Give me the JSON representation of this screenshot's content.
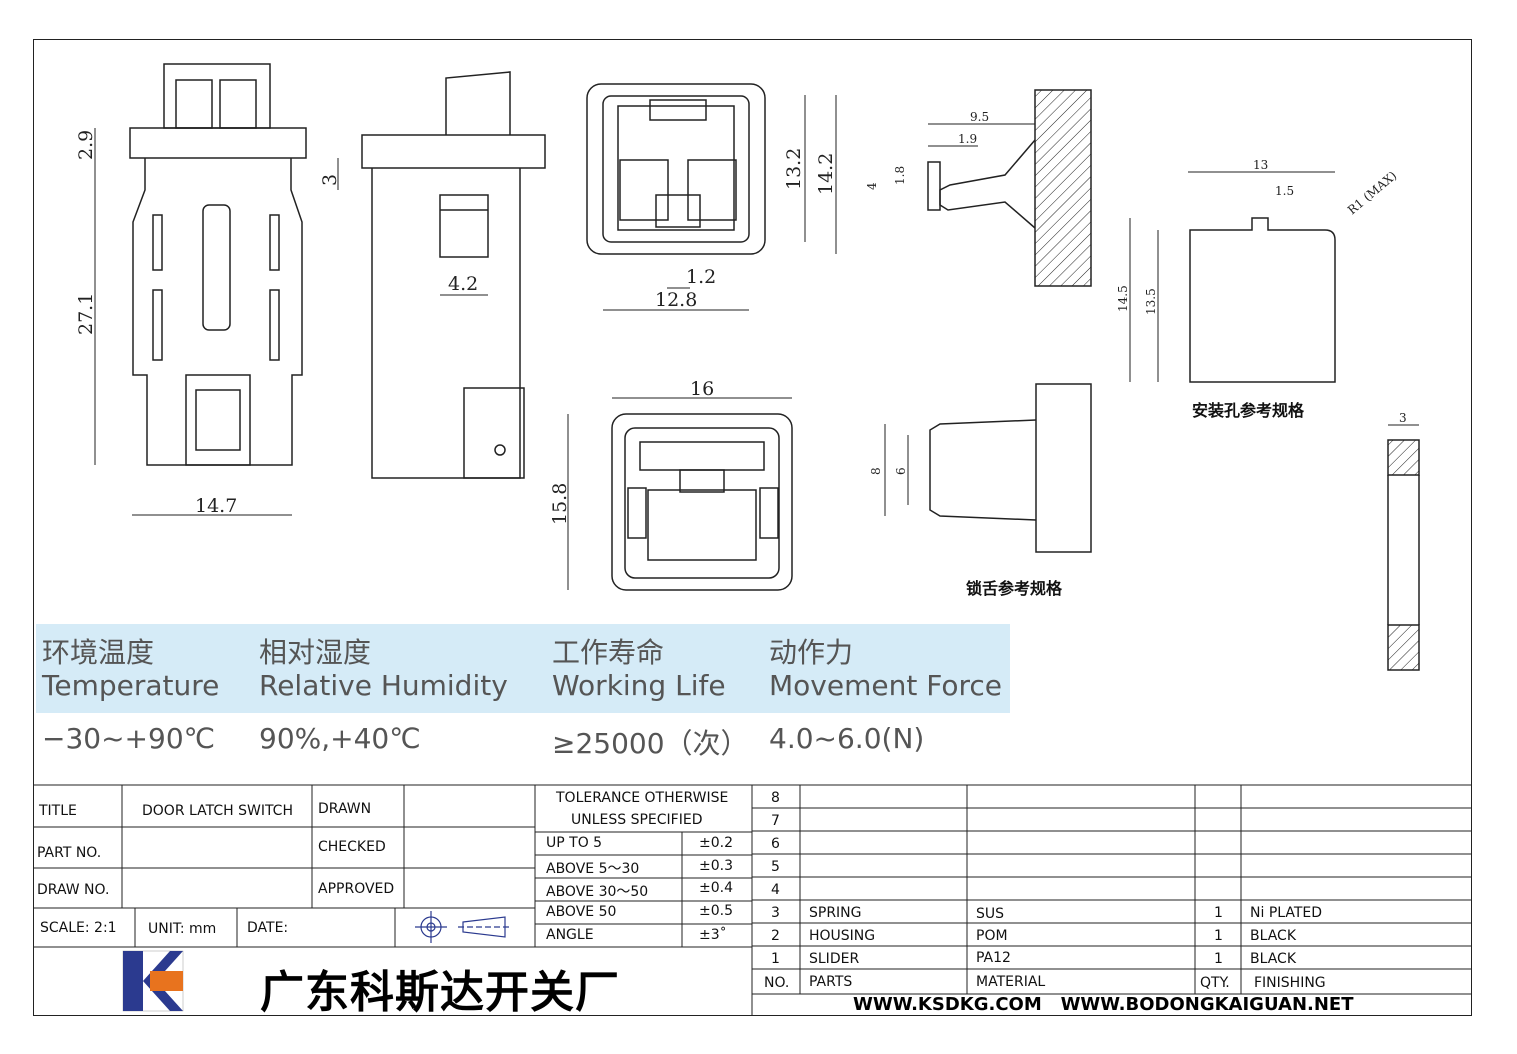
{
  "dimensions": {
    "side_left": {
      "height_top": "2.9",
      "offset": "3",
      "body_height": "27.1",
      "width": "14.7"
    },
    "side_mid": {
      "slot": "4.2"
    },
    "top_view": {
      "height_inner": "13.2",
      "height_outer": "14.2",
      "slot": "1.2",
      "width": "12.8"
    },
    "front_view": {
      "width": "16",
      "height": "15.8"
    },
    "latch_profile": {
      "len": "9.5",
      "len2": "1.9",
      "t1": "1.8",
      "h": "4"
    },
    "hole": {
      "w": "13",
      "notch": "1.5",
      "radius": "R1 (MAX)",
      "h_outer": "14.5",
      "h_inner": "13.5"
    },
    "latch_width": {
      "outer": "8",
      "inner": "6"
    },
    "panel": {
      "thickness": "3"
    }
  },
  "captions": {
    "hole_spec": "安装孔参考规格",
    "latch_spec": "锁舌参考规格"
  },
  "specs": [
    {
      "zh": "环境温度",
      "en": "Temperature",
      "value": "−30~+90℃"
    },
    {
      "zh": "相对湿度",
      "en": "Relative Humidity",
      "value": "90%,+40℃"
    },
    {
      "zh": "工作寿命",
      "en": "Working Life",
      "value": "≥25000（次）"
    },
    {
      "zh": "动作力",
      "en": "Movement Force",
      "value": "4.0~6.0(N)"
    }
  ],
  "title_block": {
    "title_label": "TITLE",
    "title_value": "DOOR LATCH SWITCH",
    "drawn": "DRAWN",
    "checked": "CHECKED",
    "approved": "APPROVED",
    "part_no": "PART NO.",
    "draw_no": "DRAW NO.",
    "scale": "SCALE: 2:1",
    "unit": "UNIT: mm",
    "date": "DATE:"
  },
  "tolerance": {
    "header1": "TOLERANCE OTHERWISE",
    "header2": "UNLESS SPECIFIED",
    "rows": [
      {
        "range": "UP TO 5",
        "tol": "±0.2"
      },
      {
        "range": "ABOVE 5～30",
        "tol": "±0.3"
      },
      {
        "range": "ABOVE 30～50",
        "tol": "±0.4"
      },
      {
        "range": "ABOVE 50",
        "tol": "±0.5"
      },
      {
        "range": "ANGLE",
        "tol": "±3˚"
      }
    ]
  },
  "bom": {
    "rows": [
      {
        "no": "8",
        "part": "",
        "material": "",
        "qty": "",
        "finish": ""
      },
      {
        "no": "7",
        "part": "",
        "material": "",
        "qty": "",
        "finish": ""
      },
      {
        "no": "6",
        "part": "",
        "material": "",
        "qty": "",
        "finish": ""
      },
      {
        "no": "5",
        "part": "",
        "material": "",
        "qty": "",
        "finish": ""
      },
      {
        "no": "4",
        "part": "",
        "material": "",
        "qty": "",
        "finish": ""
      },
      {
        "no": "3",
        "part": "SPRING",
        "material": "SUS",
        "qty": "1",
        "finish": "Ni PLATED"
      },
      {
        "no": "2",
        "part": "HOUSING",
        "material": "POM",
        "qty": "1",
        "finish": "BLACK"
      },
      {
        "no": "1",
        "part": "SLIDER",
        "material": "PA12",
        "qty": "1",
        "finish": "BLACK"
      }
    ],
    "header": {
      "no": "NO.",
      "part": "PARTS",
      "material": "MATERIAL",
      "qty": "QTY.",
      "finish": "FINISHING"
    }
  },
  "company": "广东科斯达开关厂",
  "websites": "WWW.KSDKG.COM   WWW.BODONGKAIGUAN.NET",
  "colors": {
    "spec_band": "#d5ebf7",
    "logo_blue": "#2b3a8f",
    "logo_orange": "#e8731e"
  }
}
